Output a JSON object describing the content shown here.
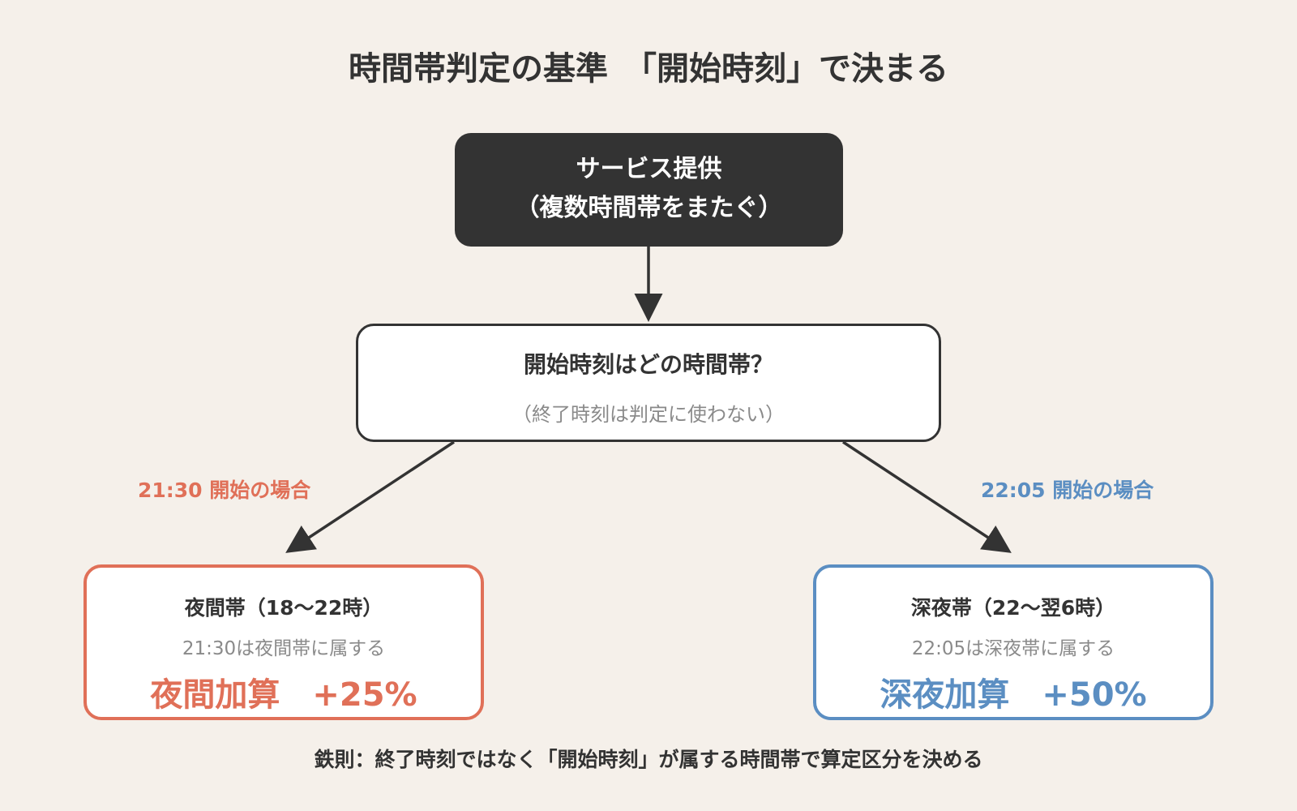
{
  "title": "時間帯判定の基準　「開始時刻」で決まる",
  "top_box": {
    "line1": "サービス提供",
    "line2": "（複数時間帯をまたぐ）"
  },
  "question_box": {
    "main": "開始時刻はどの時間帯？",
    "sub": "（終了時刻は判定に使わない）"
  },
  "left_branch": {
    "label": "21:30 開始の場合",
    "title": "夜間帯（18〜22時）",
    "sub": "21:30は夜間帯に属する",
    "value": "夜間加算　+25%"
  },
  "right_branch": {
    "label": "22:05 開始の場合",
    "title": "深夜帯（22〜翌6時）",
    "sub": "22:05は深夜帯に属する",
    "value": "深夜加算　+50%"
  },
  "footer": "鉄則：終了時刻ではなく「開始時刻」が属する時間帯で算定区分を決める",
  "colors": {
    "dark": "#333333",
    "background": "#f5f0ea",
    "night": "#e07058",
    "late_night": "#5b8ec2",
    "muted_text": "#8a8a8a"
  }
}
